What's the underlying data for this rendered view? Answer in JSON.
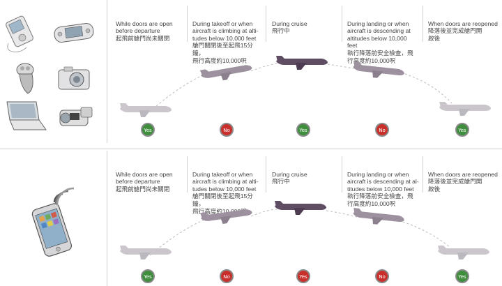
{
  "title": "",
  "phases": [
    {
      "en": "While doors are open\nbefore departure",
      "zh": "起飛前艙門尚未關閉",
      "verdict": "Yes"
    },
    {
      "en": "During takeoff or when\naircraft is climbing at alti-\ntudes below 10,000 feet",
      "zh": "艙門關閉後至起飛15分鐘，\n飛行高度約10,000呎",
      "verdict": "No"
    },
    {
      "en": "During cruise",
      "zh": "飛行中",
      "verdict": "Yes"
    },
    {
      "en": "During landing or when\naircraft is descending at\naltitudes below 10,000\nfeet",
      "zh": "執行降落前安全檢查，飛\n行高度約10,000呎",
      "verdict": "No"
    },
    {
      "en": "When doors are reopened",
      "zh": "降落後並完成艙門開\n啟後",
      "verdict": "Yes"
    }
  ],
  "phases_row2": [
    {
      "en": "While doors are open\nbefore departure",
      "zh": "起飛前艙門尚未關閉",
      "verdict": "Yes"
    },
    {
      "en": "During takeoff or when\naircraft is climbing at alti-\ntudes below 10,000 feet",
      "zh": "艙門關閉後至起飛15分鐘，\n飛行高度約10,000呎",
      "verdict": "No"
    },
    {
      "en": "During cruise",
      "zh": "飛行中",
      "verdict": "Yes"
    },
    {
      "en": "During landing or when\naircraft is descending at al-\ntitudes below 10,000 feet",
      "zh": "執行降落前安全檢查，飛\n行高度約10,000呎",
      "verdict": "No"
    },
    {
      "en": "When doors are reopened",
      "zh": "降落後並完成艙門開\n啟後",
      "verdict": "Yes"
    }
  ],
  "devices_row1": [
    "media-player-icon",
    "handheld-game-console-icon",
    "electric-shaver-icon",
    "digital-camera-icon",
    "laptop-icon",
    "camcorder-icon"
  ],
  "devices_row2": [
    "mobile-phone-icon"
  ],
  "colors": {
    "yes": "#3e8e3e",
    "no": "#c9302c",
    "plane_light": "#c9c6cb",
    "plane_mid": "#9a8e9b",
    "plane_dark": "#5e4c62",
    "divider": "#cfcfcf"
  }
}
